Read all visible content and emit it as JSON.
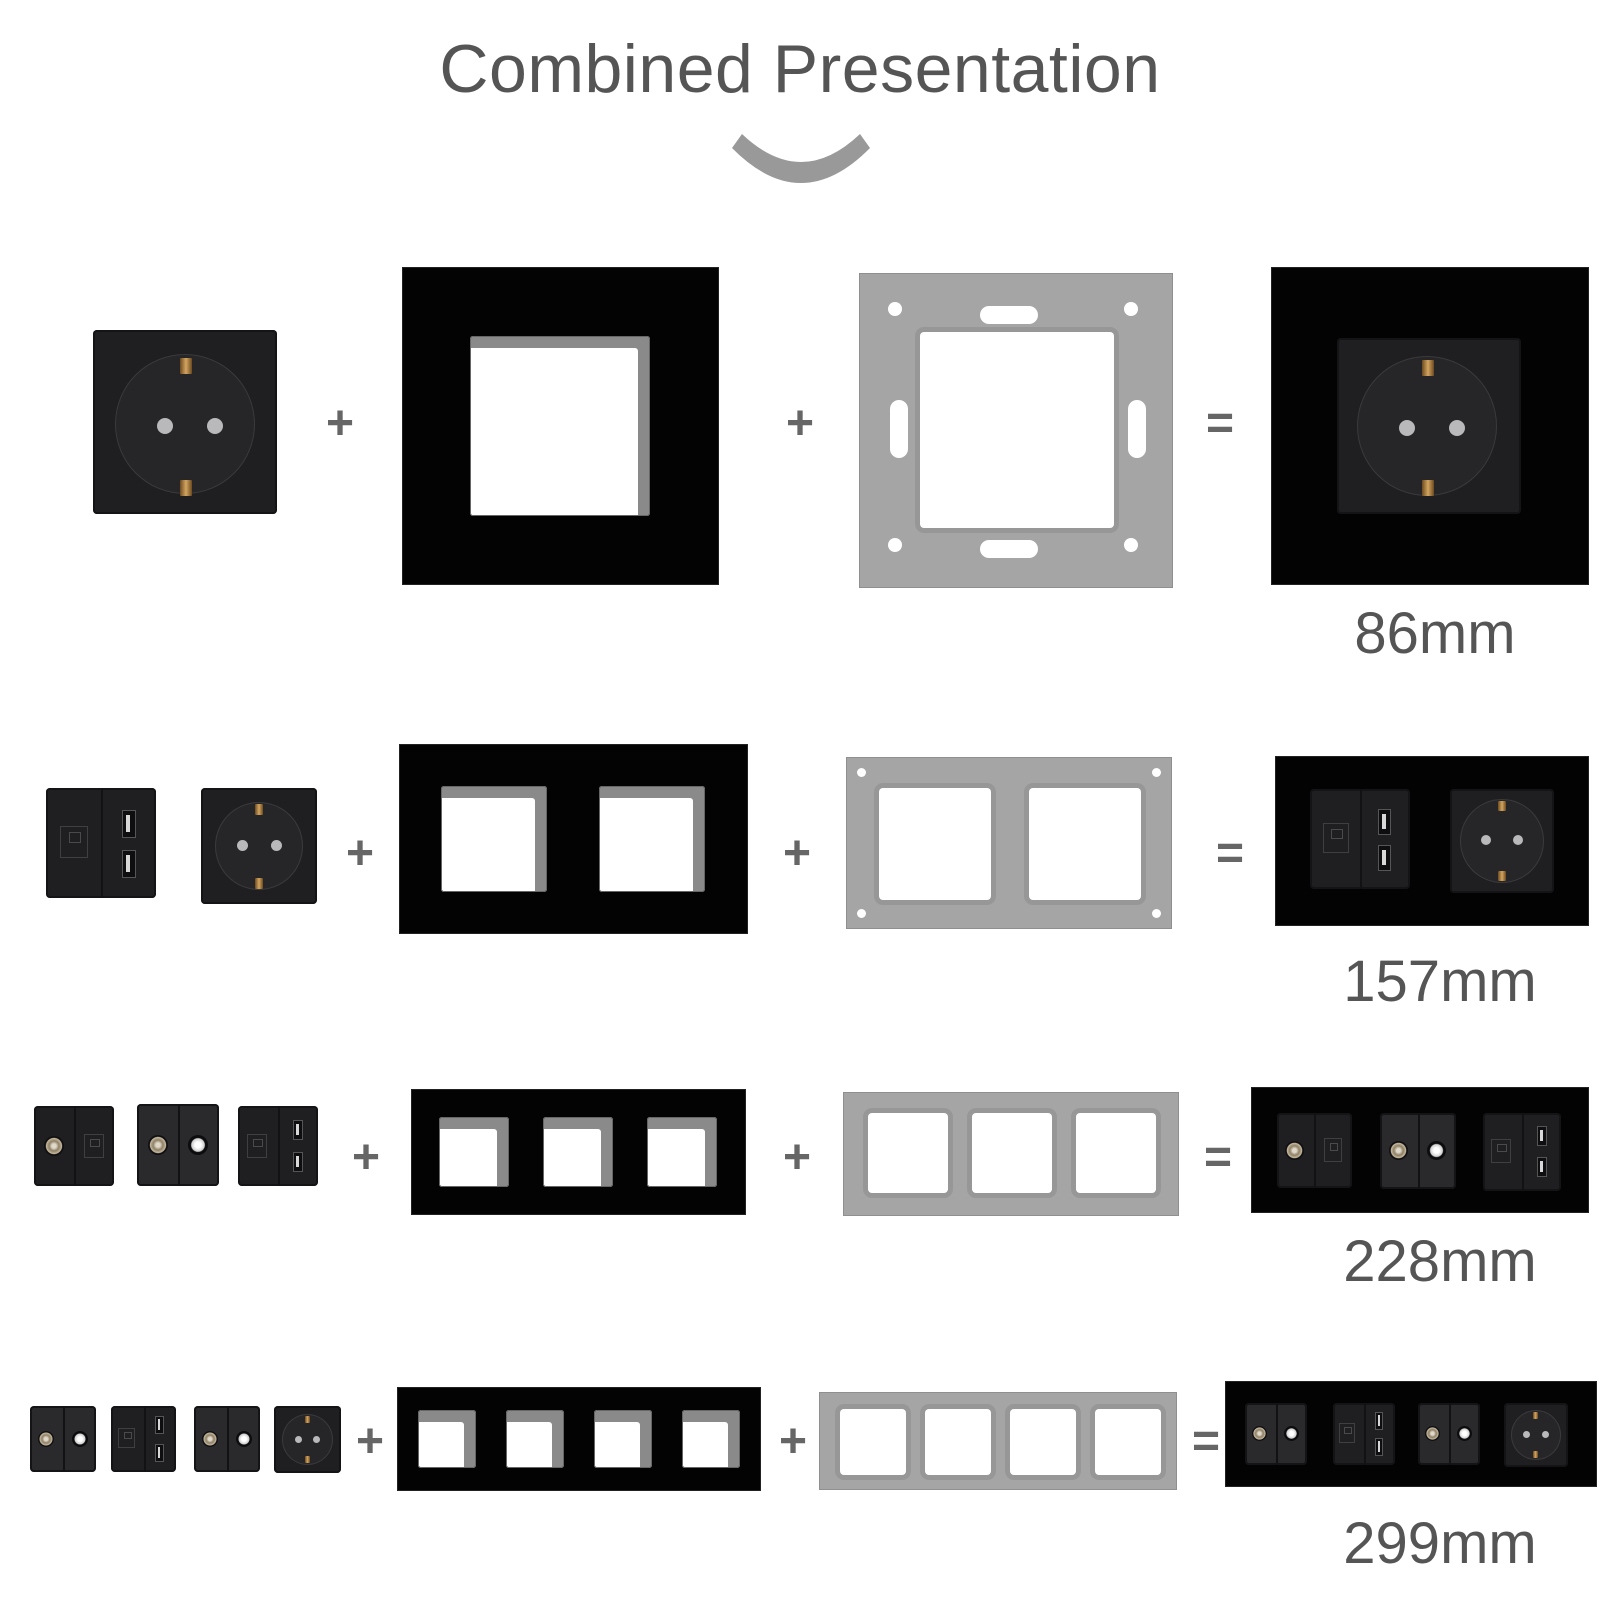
{
  "title": "Combined Presentation",
  "arc_color": "#999999",
  "operators": {
    "plus": "+",
    "equals": "="
  },
  "rows": [
    {
      "id": "1-gang",
      "modules": [
        "schuko-socket"
      ],
      "frame_openings": 1,
      "result_modules": [
        "schuko-socket"
      ],
      "dimension": "86mm"
    },
    {
      "id": "2-gang",
      "modules": [
        "rj45-dual-usb",
        "schuko-socket"
      ],
      "frame_openings": 2,
      "result_modules": [
        "rj45-dual-usb",
        "schuko-socket"
      ],
      "dimension": "157mm"
    },
    {
      "id": "3-gang",
      "modules": [
        "tv-rj45",
        "tv-satellite",
        "rj45-dual-usb"
      ],
      "frame_openings": 3,
      "result_modules": [
        "tv-rj45",
        "tv-satellite",
        "rj45-dual-usb"
      ],
      "dimension": "228mm"
    },
    {
      "id": "4-gang",
      "modules": [
        "tv-satellite",
        "rj45-dual-usb",
        "tv-satellite",
        "schuko-socket"
      ],
      "frame_openings": 4,
      "result_modules": [
        "tv-satellite",
        "rj45-dual-usb",
        "tv-satellite",
        "schuko-socket"
      ],
      "dimension": "299mm"
    }
  ],
  "colors": {
    "text": "#555555",
    "operator": "#666666",
    "frame_glass": "#030303",
    "module": "#1f1f21",
    "mounting_plate": "#a5a5a6"
  }
}
